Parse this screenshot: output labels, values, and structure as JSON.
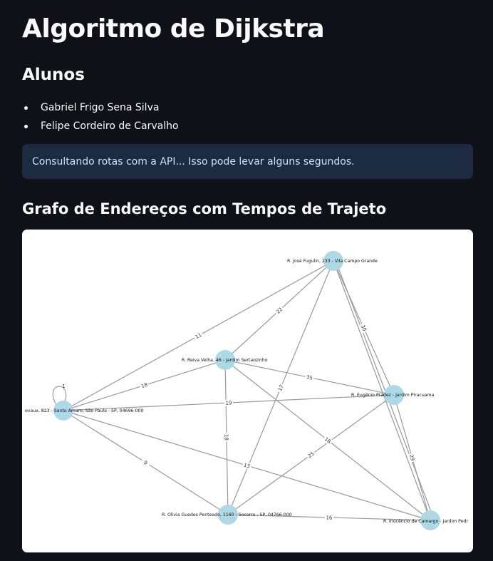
{
  "title": "Algoritmo de Dijkstra",
  "alunos_heading": "Alunos",
  "alunos": [
    "Gabriel Frigo Sena Silva",
    "Felipe Cordeiro de Carvalho"
  ],
  "info_message": "Consultando rotas com a API... Isso pode levar alguns segundos.",
  "graph_heading": "Grafo de Endereços com Tempos de Trajeto",
  "colors": {
    "background": "#0e1117",
    "info_bg": "#1c2b40",
    "node": "#add8e6",
    "edge": "#999999"
  },
  "graph": {
    "nodes": [
      {
        "id": "A",
        "label": "R. José Fugulin, 233 - Vila Campo Grande"
      },
      {
        "id": "B",
        "label": "R. Reiva Velha, 46 - Jardim Sertaozinho"
      },
      {
        "id": "C",
        "label": "R. Eugênio Pradez - Jardim Piracuama"
      },
      {
        "id": "D",
        "label": "evaux, 823 - Santo Amaro, São Paulo - SP, 04696-000"
      },
      {
        "id": "E",
        "label": "R. Olivia Guedes Penteado, 1160 - Socorro - SP, 04766-000"
      },
      {
        "id": "F",
        "label": "R. Inocêncio de Camargo - Jardim Pedr"
      }
    ],
    "edges": [
      {
        "from": "D",
        "to": "A",
        "weight": "11"
      },
      {
        "from": "B",
        "to": "A",
        "weight": "22"
      },
      {
        "from": "A",
        "to": "C",
        "weight": "30"
      },
      {
        "from": "A",
        "to": "E",
        "weight": "17"
      },
      {
        "from": "A",
        "to": "F",
        "weight": ""
      },
      {
        "from": "D",
        "to": "B",
        "weight": "18"
      },
      {
        "from": "B",
        "to": "C",
        "weight": "35"
      },
      {
        "from": "D",
        "to": "C",
        "weight": "19"
      },
      {
        "from": "B",
        "to": "E",
        "weight": "18"
      },
      {
        "from": "B",
        "to": "F",
        "weight": "18"
      },
      {
        "from": "D",
        "to": "E",
        "weight": "9"
      },
      {
        "from": "D",
        "to": "F",
        "weight": "13"
      },
      {
        "from": "E",
        "to": "C",
        "weight": "25"
      },
      {
        "from": "C",
        "to": "F",
        "weight": "29"
      },
      {
        "from": "E",
        "to": "F",
        "weight": "16"
      },
      {
        "from": "D",
        "to": "D",
        "weight": "1"
      }
    ]
  }
}
